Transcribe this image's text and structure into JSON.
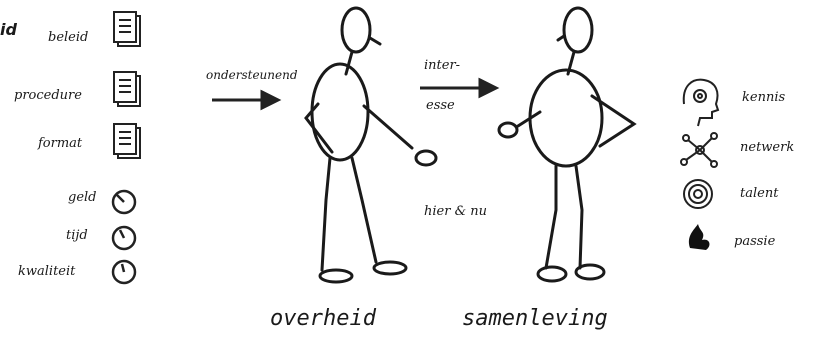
{
  "left_panel": {
    "cutoff_text": "id",
    "documents": [
      "beleid",
      "procedure",
      "format"
    ],
    "resources": [
      "geld",
      "tijd",
      "kwaliteit"
    ]
  },
  "center": {
    "arrow1_label": "ondersteunend",
    "arrow2_label_line1": "inter-",
    "arrow2_label_line2": "esse",
    "middle_note": "hier & nu",
    "figure_left_label": "overheid",
    "figure_right_label": "samenleving"
  },
  "right_panel": {
    "items": [
      {
        "label": "kennis",
        "icon": "head-brain-icon"
      },
      {
        "label": "netwerk",
        "icon": "network-icon"
      },
      {
        "label": "talent",
        "icon": "target-icon"
      },
      {
        "label": "passie",
        "icon": "flame-icon"
      }
    ]
  }
}
